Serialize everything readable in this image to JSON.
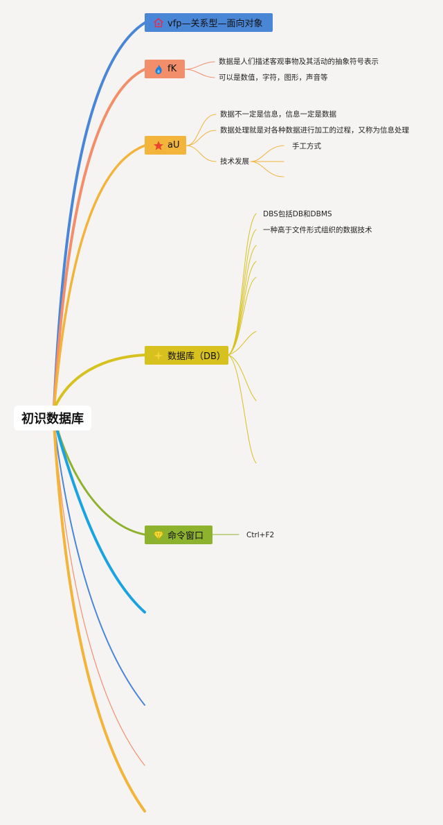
{
  "root": {
    "label": "初识数据库"
  },
  "colors": {
    "blue": "#4a86d6",
    "salmon": "#f28e6a",
    "orange": "#f2b43a",
    "yellow": "#d6c11e",
    "green": "#8db22e",
    "cyan": "#1aa3e0"
  },
  "topics": {
    "vfp": {
      "label": "vfp—关系型—面向对象",
      "icon": "home-icon"
    },
    "fk": {
      "label": "fK",
      "icon": "flame-icon",
      "children": [
        "数据是人们描述客观事物及其活动的抽象符号表示",
        "可以是数值，字符，图形，声音等"
      ]
    },
    "au": {
      "label": "aU",
      "icon": "star-icon",
      "children": [
        "数据不一定是信息，信息一定是数据",
        "数据处理就是对各种数据进行加工的过程，又称为信息处理",
        "技术发展"
      ],
      "grandchildren": [
        "手工方式"
      ]
    },
    "db": {
      "label": "数据库（DB）",
      "icon": "sparkle-icon",
      "children": [
        "DBS包括DB和DBMS",
        "一种高于文件形式组织的数据技术"
      ]
    },
    "cmd": {
      "label": "命令窗口",
      "icon": "diamond-icon",
      "children": [
        "Ctrl+F2"
      ]
    }
  }
}
